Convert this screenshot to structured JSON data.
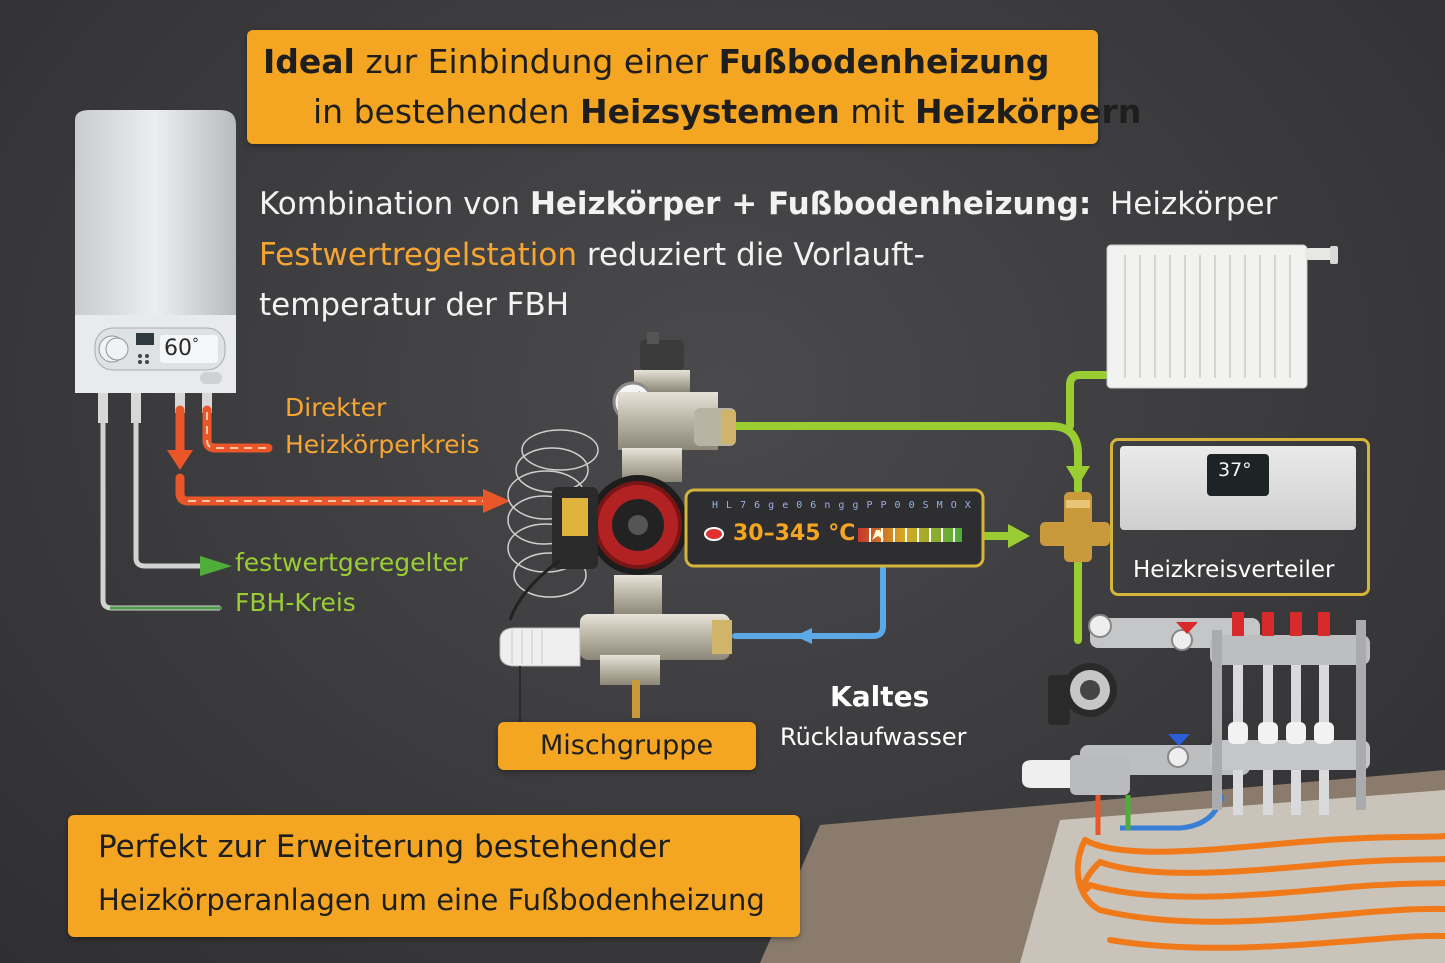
{
  "top_banner": {
    "line1": [
      {
        "text": "Ideal",
        "bold": true
      },
      {
        "text": " zur Einbindung einer ",
        "bold": false
      },
      {
        "text": "Fußbodenheizung",
        "bold": true
      }
    ],
    "line2": [
      {
        "text": "in bestehenden ",
        "bold": false
      },
      {
        "text": "Heizsystemen",
        "bold": true
      },
      {
        "text": " mit ",
        "bold": false
      },
      {
        "text": "Heizkörpern",
        "bold": true
      }
    ]
  },
  "intro": {
    "line1": [
      {
        "text": "Kombination von ",
        "bold": false
      },
      {
        "text": "Heizkörper + Fußbodenheizung:",
        "bold": true
      }
    ],
    "line2_highlight": "Festwertregelstation",
    "line2_rest": " reduziert die Vorlauft-",
    "line3": "temperatur der FBH"
  },
  "labels": {
    "radiator": "Heizkörper",
    "direct_circuit_1": "Direkter",
    "direct_circuit_2": "Heizkörperkreis",
    "fbh_circuit_1": "festwertgeregelter",
    "fbh_circuit_2": "FBH-Kreis",
    "mixing_group": "Mischgruppe",
    "cold_return_1": "Kaltes",
    "cold_return_2": "Rücklaufwasser",
    "manifold": "Heizkreisverteiler"
  },
  "boiler": {
    "display": "60",
    "unit": "°"
  },
  "thermostat": {
    "display": "37°"
  },
  "gauge": {
    "range_text": "30–345 °C",
    "scale_text": "H L 7 6 g e 0 6 n g g P P 0 0 S M O X"
  },
  "bottom_banner": {
    "line1": "Perfekt zur Erweiterung bestehender",
    "line2": "Heizkörperanlagen um eine Fußbodenheizung"
  },
  "colors": {
    "banner": "#f4a623",
    "hot_pipe": "#e8562a",
    "supply_green": "#9acd32",
    "return_blue": "#5aa9e6",
    "floor_pipe": "#f07a1a"
  }
}
